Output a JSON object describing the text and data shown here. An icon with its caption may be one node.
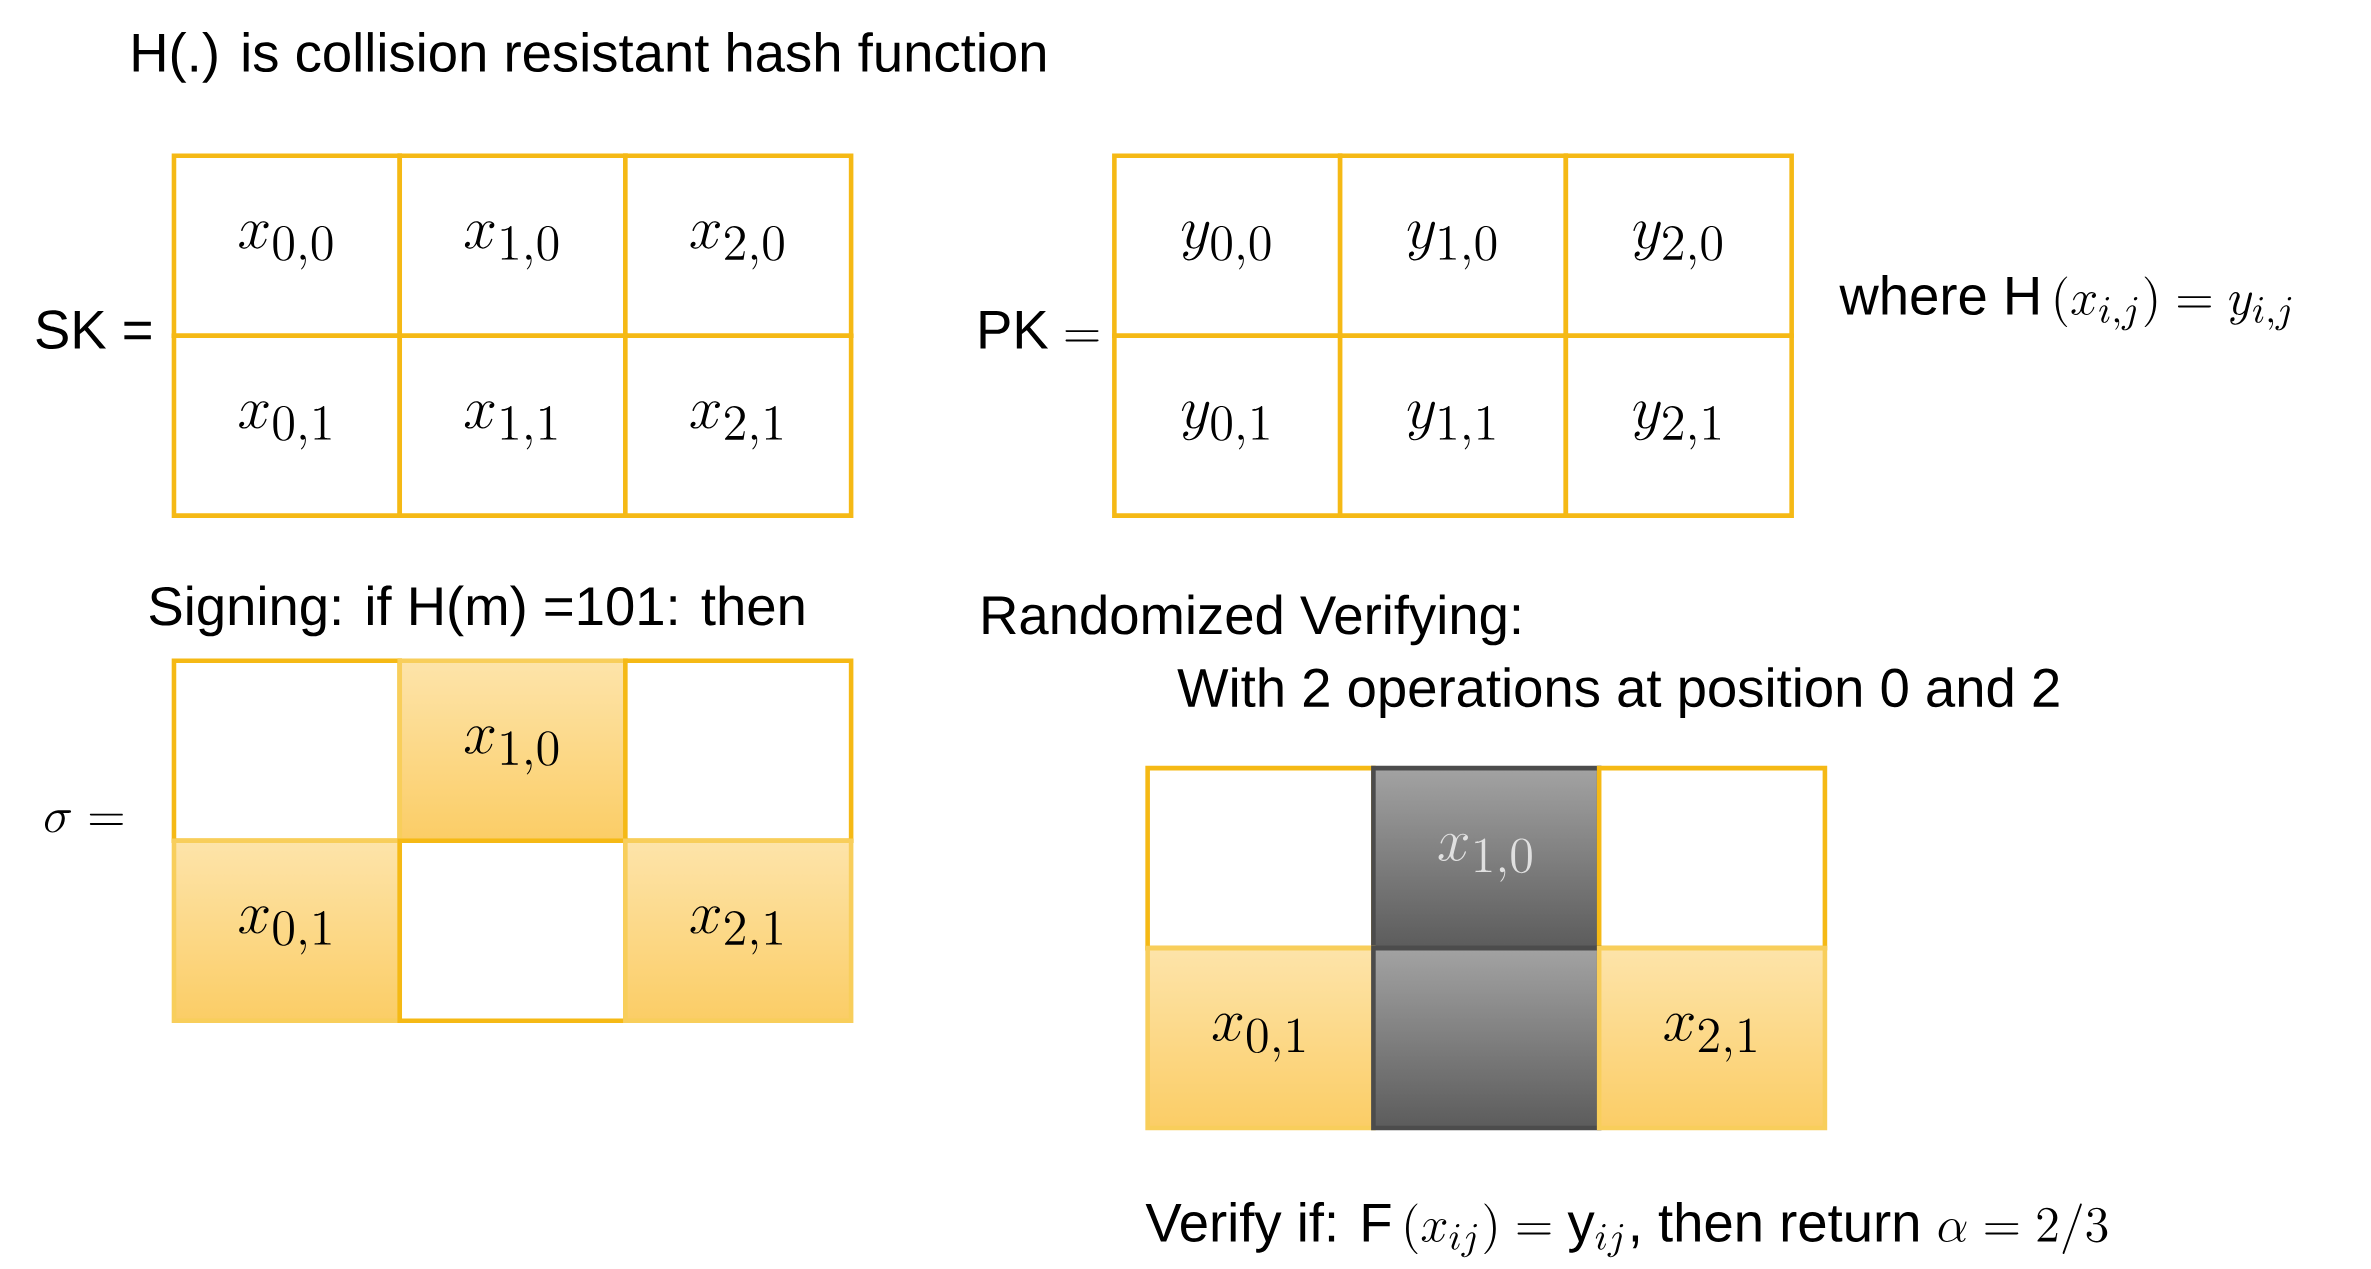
{
  "diagram": {
    "nodes": [
      {
        "text": [
          "x_{0,0}"
        ]
      },
      {
        "text": [
          "x_{1,0}"
        ]
      },
      {
        "text": [
          "x_{2,0}"
        ]
      },
      {
        "text": [
          "x_{0,1}"
        ]
      },
      {
        "text": [
          "x_{1,1}"
        ]
      },
      {
        "text": [
          "x_{2,1}"
        ]
      },
      {
        "text": [
          "y_{0,0}"
        ]
      },
      {
        "text": [
          "y_{1,0}"
        ]
      },
      {
        "text": [
          "y_{2,0}"
        ]
      },
      {
        "text": [
          "y_{0,1}"
        ]
      },
      {
        "text": [
          "y_{1,1}"
        ]
      },
      {
        "text": [
          "y_{2,1}"
        ]
      },
      {
        "text": [],
        "shape": "box"
      },
      {
        "text": [
          "x_{1,0}"
        ]
      },
      {
        "text": [],
        "shape": "box"
      },
      {
        "text": [
          "x_{0,1}"
        ]
      },
      {
        "text": [],
        "shape": "box"
      },
      {
        "text": [
          "x_{2,1}"
        ]
      },
      {
        "text": [],
        "shape": "box"
      },
      {
        "text": [
          "x_{1,0}"
        ]
      },
      {
        "text": [],
        "shape": "box"
      },
      {
        "text": [
          "x_{0,1}"
        ]
      },
      {
        "text": [],
        "shape": "box"
      },
      {
        "text": [
          "x_{2,1}"
        ]
      }
    ],
    "labels": [
      "H(.) is collision resistant hash function",
      "SK =",
      "\\mathrm{PK} =",
      "\\mbox{where H}\\left(x_{i,j}\\right) = y_{i,j}",
      "Signing: if H(m) =101: then",
      "\\sigma =",
      "Randomized Verifying:",
      "With 2 operations at position 0 and 2",
      "\\mbox{Verify if: }\\mathrm{F}\\left(x_{ij}\\right) = \\mathrm{y}_{ij}\\mbox{, then return }\\alpha = 2/3"
    ]
  }
}
